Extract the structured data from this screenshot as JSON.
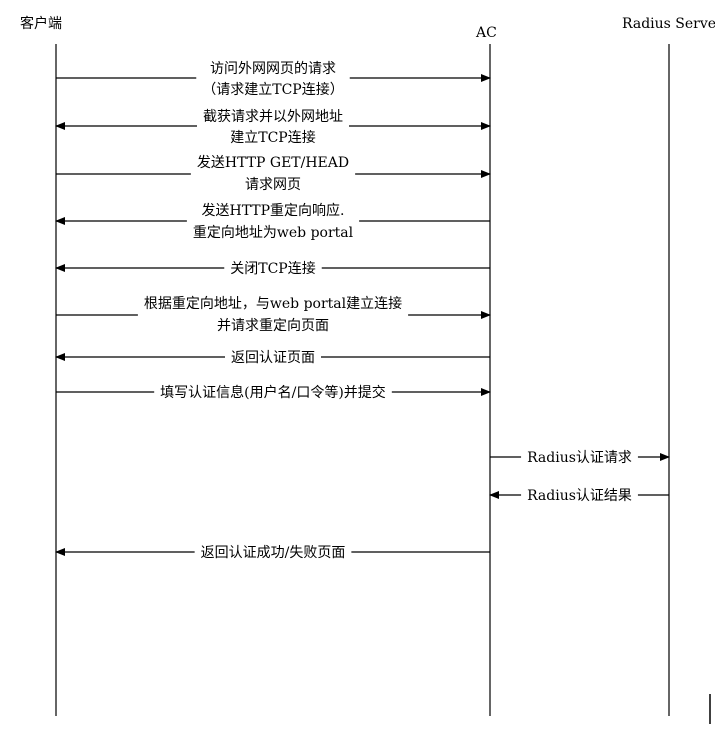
{
  "participants": [
    {
      "id": "client",
      "label": "客户端"
    },
    {
      "id": "ac",
      "label": "AC"
    },
    {
      "id": "radius",
      "label": "Radius Server"
    }
  ],
  "messages": [
    {
      "id": "m1",
      "from": "client",
      "to": "ac",
      "lines": [
        "访问外网网页的请求",
        "（请求建立TCP连接）"
      ],
      "bidirectional": false
    },
    {
      "id": "m2",
      "from": "ac",
      "to": "client",
      "lines": [
        "截获请求并以外网地址",
        "建立TCP连接"
      ],
      "bidirectional": true
    },
    {
      "id": "m3",
      "from": "client",
      "to": "ac",
      "lines": [
        "发送HTTP GET/HEAD",
        "请求网页"
      ],
      "bidirectional": false
    },
    {
      "id": "m4",
      "from": "ac",
      "to": "client",
      "lines": [
        "发送HTTP重定向响应.",
        "重定向地址为web portal"
      ],
      "bidirectional": false
    },
    {
      "id": "m5",
      "from": "ac",
      "to": "client",
      "lines": [
        "关闭TCP连接"
      ],
      "bidirectional": false
    },
    {
      "id": "m6",
      "from": "client",
      "to": "ac",
      "lines": [
        "根据重定向地址，与web portal建立连接",
        "并请求重定向页面"
      ],
      "bidirectional": false
    },
    {
      "id": "m7",
      "from": "ac",
      "to": "client",
      "lines": [
        "返回认证页面"
      ],
      "bidirectional": false
    },
    {
      "id": "m8",
      "from": "client",
      "to": "ac",
      "lines": [
        "填写认证信息(用户名/口令等)并提交"
      ],
      "bidirectional": false
    },
    {
      "id": "m9",
      "from": "ac",
      "to": "radius",
      "lines": [
        "Radius认证请求"
      ],
      "bidirectional": false
    },
    {
      "id": "m10",
      "from": "radius",
      "to": "ac",
      "lines": [
        "Radius认证结果"
      ],
      "bidirectional": false
    },
    {
      "id": "m11",
      "from": "ac",
      "to": "client",
      "lines": [
        "返回认证成功/失败页面"
      ],
      "bidirectional": false
    }
  ]
}
